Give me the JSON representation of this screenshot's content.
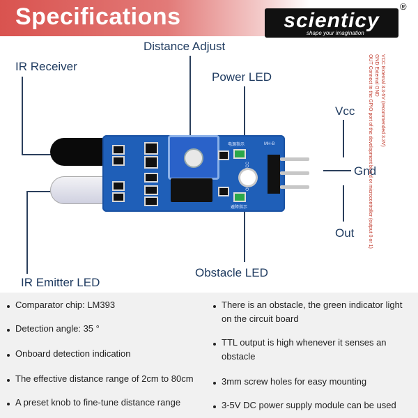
{
  "header": {
    "title": "Specifications"
  },
  "logo": {
    "name": "scienticy",
    "tagline": "shape your imagination",
    "registered": "®"
  },
  "labels": {
    "distance_adjust": "Distance Adjust",
    "ir_receiver": "IR Receiver",
    "power_led": "Power LED",
    "vcc": "Vcc",
    "gnd": "Gnd",
    "out": "Out",
    "obstacle_led": "Obstacle LED",
    "ir_emitter_led": "IR Emitter LED"
  },
  "side_note": {
    "line1": "VCC External 3.3-5V (recommended 3.3V)",
    "line2": "GND External GND",
    "line3": "OUT Connect to the GPIO port of the development board or microcontroller (output 0 or 1)"
  },
  "board": {
    "model": "MH-B",
    "pin_labels": "OUT GND VCC",
    "power_marking": "电源指示",
    "obstacle_marking": "避障指示"
  },
  "features_left": [
    "Comparator chip: LM393",
    "Detection angle: 35 °",
    "Onboard detection indication",
    "The effective distance range of 2cm to 80cm",
    "A preset knob to fine-tune distance range"
  ],
  "features_right": [
    "There is an obstacle, the green indicator light on the circuit board",
    "TTL output is high whenever it senses an obstacle",
    "3mm screw holes for easy mounting",
    "3-5V DC power supply module can be used"
  ],
  "colors": {
    "banner": "#d9534f",
    "board": "#1f5fb8",
    "label_text": "#1e3a5f",
    "note_text": "#c0392b"
  }
}
